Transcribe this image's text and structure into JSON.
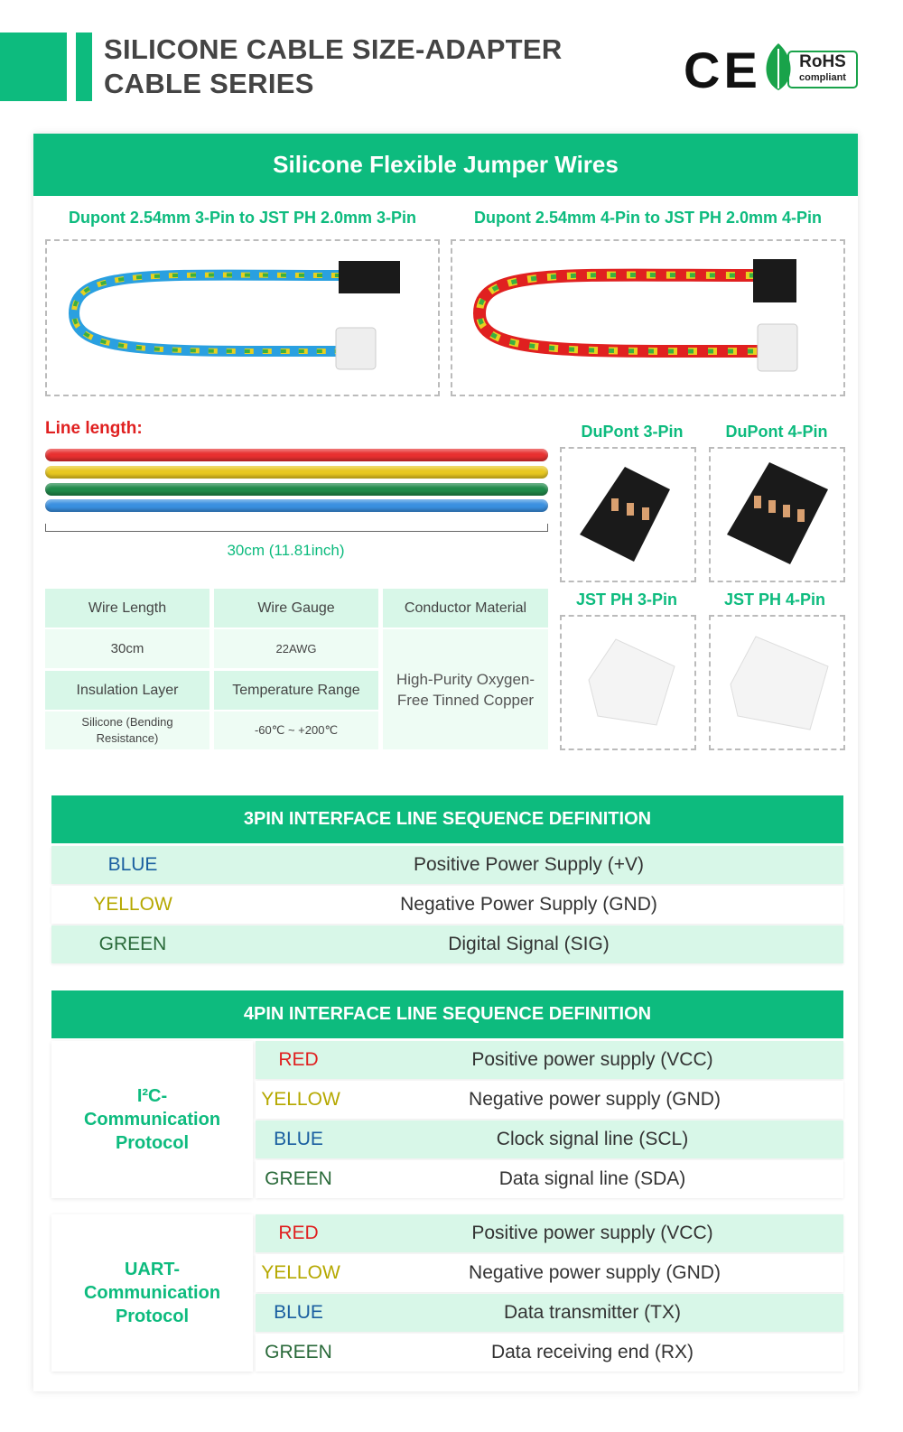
{
  "header": {
    "title_line1": "SILICONE CABLE SIZE-ADAPTER",
    "title_line2": "CABLE SERIES",
    "ce_mark": "CE",
    "rohs": "RoHS",
    "rohs_sub": "compliant"
  },
  "section": {
    "title": "Silicone Flexible Jumper Wires"
  },
  "products": [
    {
      "title": "Dupont 2.54mm 3-Pin to JST PH 2.0mm 3-Pin"
    },
    {
      "title": "Dupont 2.54mm 4-Pin to JST PH 2.0mm 4-Pin"
    }
  ],
  "line_length": {
    "label": "Line length:",
    "value": "30cm (11.81inch)"
  },
  "connectors": [
    {
      "label": "DuPont 3-Pin"
    },
    {
      "label": "DuPont 4-Pin"
    },
    {
      "label": "JST PH 3-Pin"
    },
    {
      "label": "JST PH 4-Pin"
    }
  ],
  "specs": {
    "wire_length_h": "Wire Length",
    "wire_length": "30cm",
    "gauge_h": "Wire Gauge",
    "gauge": "22AWG",
    "conductor_h": "Conductor Material",
    "conductor": "High-Purity Oxygen-Free Tinned Copper",
    "insulation_h": "Insulation Layer",
    "insulation": "Silicone (Bending Resistance)",
    "temp_h": "Temperature Range",
    "temp": "-60℃ ~ +200℃"
  },
  "colors": {
    "accent": "#0dbb7e",
    "red": "#e02020",
    "yellow": "#b5a800",
    "blue": "#1a5fa0",
    "green": "#2a6a3a"
  },
  "pin3": {
    "title": "3PIN INTERFACE LINE SEQUENCE DEFINITION",
    "rows": [
      {
        "color": "BLUE",
        "desc": "Positive Power Supply (+V)"
      },
      {
        "color": "YELLOW",
        "desc": "Negative Power Supply (GND)"
      },
      {
        "color": "GREEN",
        "desc": "Digital Signal (SIG)"
      }
    ]
  },
  "pin4": {
    "title": "4PIN INTERFACE LINE SEQUENCE DEFINITION",
    "i2c": {
      "label": "I²C-Communication Protocol",
      "rows": [
        {
          "color": "RED",
          "desc": "Positive power supply (VCC)"
        },
        {
          "color": "YELLOW",
          "desc": "Negative power supply (GND)"
        },
        {
          "color": "BLUE",
          "desc": "Clock signal line (SCL)"
        },
        {
          "color": "GREEN",
          "desc": "Data signal line (SDA)"
        }
      ]
    },
    "uart": {
      "label": "UART-Communication Protocol",
      "rows": [
        {
          "color": "RED",
          "desc": "Positive power supply (VCC)"
        },
        {
          "color": "YELLOW",
          "desc": "Negative power supply (GND)"
        },
        {
          "color": "BLUE",
          "desc": "Data transmitter (TX)"
        },
        {
          "color": "GREEN",
          "desc": "Data receiving end (RX)"
        }
      ]
    }
  }
}
